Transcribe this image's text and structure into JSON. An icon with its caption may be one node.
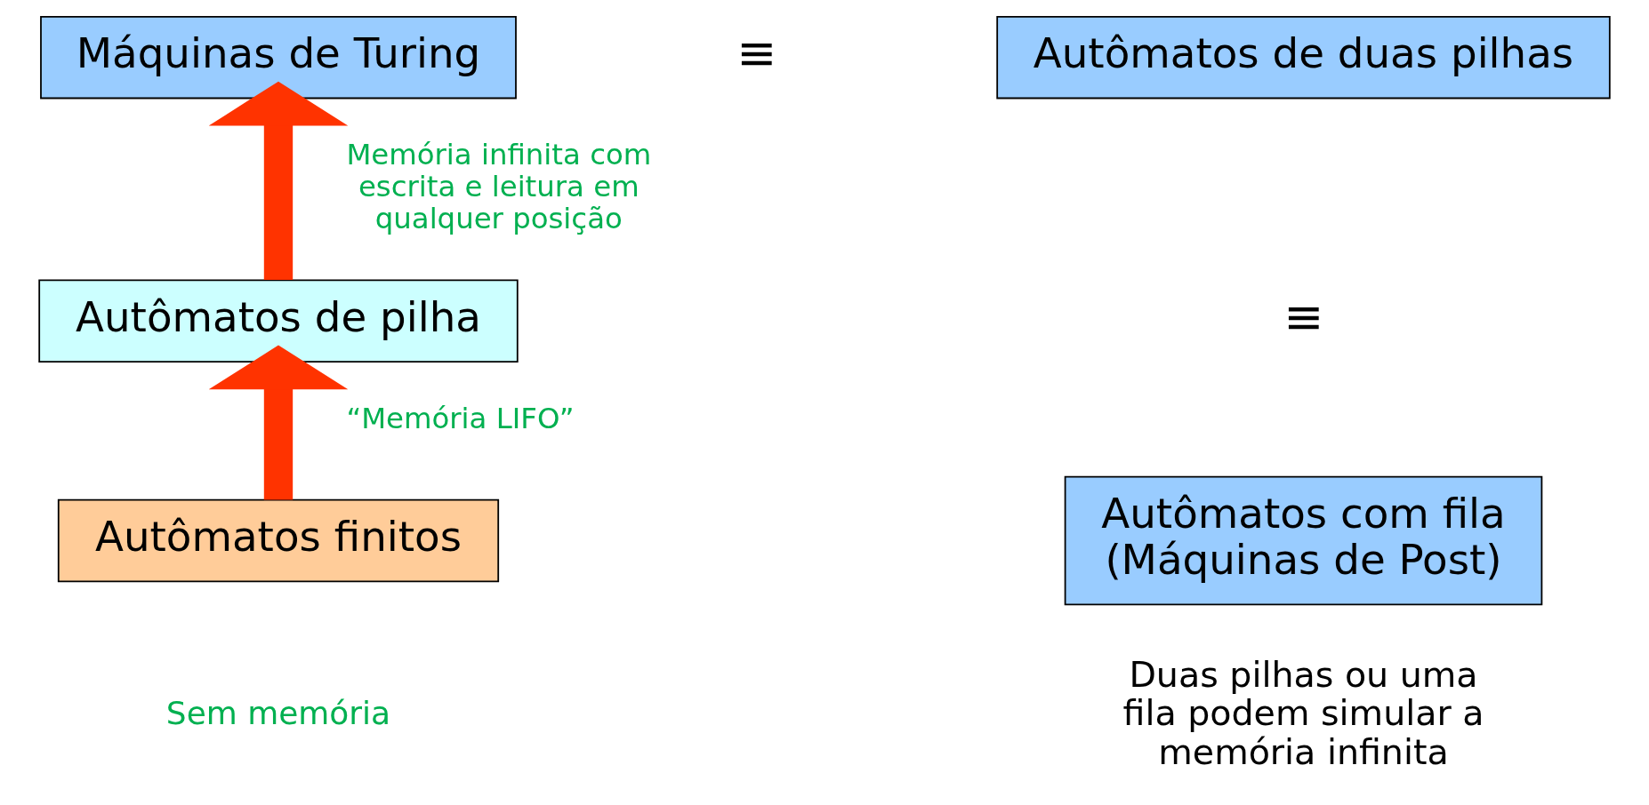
{
  "diagram": {
    "nodes": [
      {
        "text": [
          "Máquinas de Turing"
        ]
      },
      {
        "text": [
          "Autômatos de duas pilhas"
        ]
      },
      {
        "text": [
          "Autômatos com fila (Máquinas de Post)"
        ]
      },
      {
        "text": [
          "Autômatos de pilha"
        ]
      },
      {
        "text": [
          "Autômatos finitos"
        ],
        "beside": [
          "Sem memória"
        ]
      }
    ],
    "edges": [
      {
        "from": 4,
        "to": 3,
        "arrow": "to",
        "label": "“Memória LIFO”",
        "color": "#ff3300"
      },
      {
        "from": 3,
        "to": 0,
        "arrow": "to",
        "label": "Memória infinita com escrita e leitura em qualquer posição",
        "color": "#ff3300"
      }
    ],
    "labels": [
      "≡",
      "≡",
      "Duas pilhas ou uma fila podem simular a memória infinita"
    ]
  }
}
